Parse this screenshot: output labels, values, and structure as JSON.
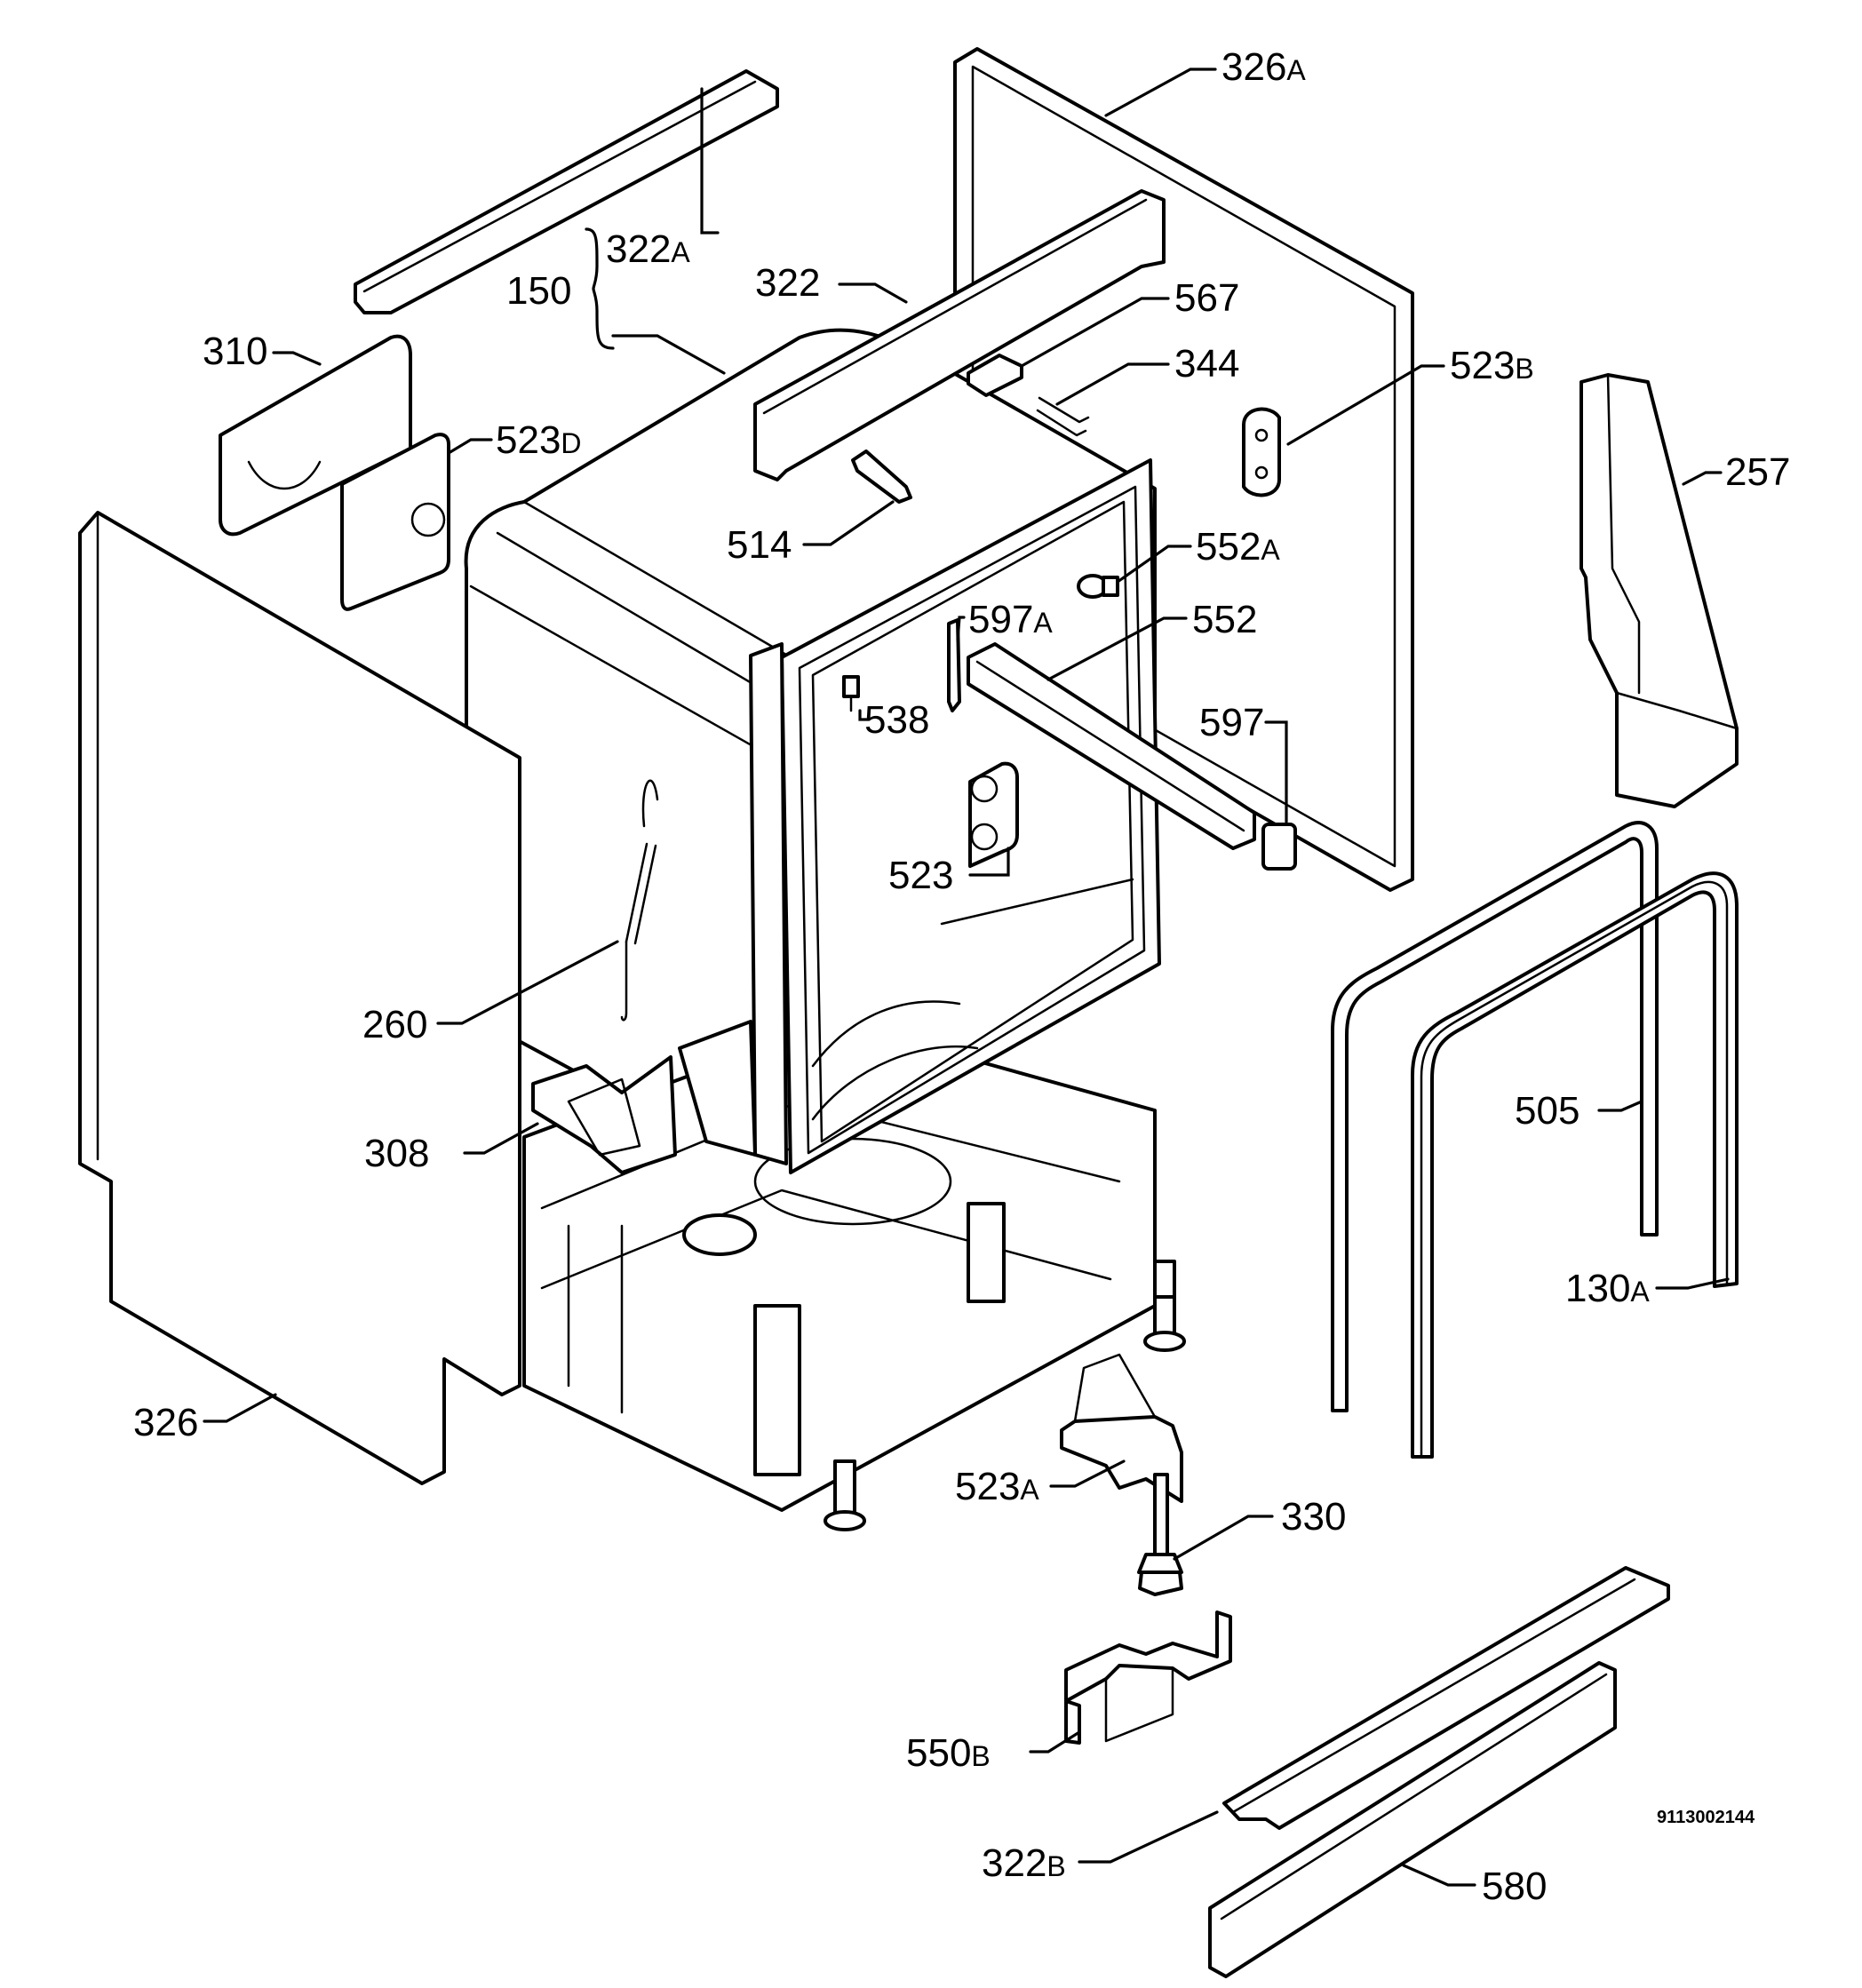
{
  "labels": {
    "p326a": {
      "num": "326",
      "sfx": "A"
    },
    "p322a": {
      "num": "322",
      "sfx": "A"
    },
    "p150": {
      "num": "150",
      "sfx": ""
    },
    "p322": {
      "num": "322",
      "sfx": ""
    },
    "p567": {
      "num": "567",
      "sfx": ""
    },
    "p310": {
      "num": "310",
      "sfx": ""
    },
    "p344": {
      "num": "344",
      "sfx": ""
    },
    "p523b": {
      "num": "523",
      "sfx": "B"
    },
    "p523d": {
      "num": "523",
      "sfx": "D"
    },
    "p257": {
      "num": "257",
      "sfx": ""
    },
    "p514": {
      "num": "514",
      "sfx": ""
    },
    "p552a": {
      "num": "552",
      "sfx": "A"
    },
    "p597a": {
      "num": "597",
      "sfx": "A"
    },
    "p552": {
      "num": "552",
      "sfx": ""
    },
    "p538": {
      "num": "538",
      "sfx": ""
    },
    "p597": {
      "num": "597",
      "sfx": ""
    },
    "p523": {
      "num": "523",
      "sfx": ""
    },
    "p260": {
      "num": "260",
      "sfx": ""
    },
    "p505": {
      "num": "505",
      "sfx": ""
    },
    "p308": {
      "num": "308",
      "sfx": ""
    },
    "p130a": {
      "num": "130",
      "sfx": "A"
    },
    "p326": {
      "num": "326",
      "sfx": ""
    },
    "p523a": {
      "num": "523",
      "sfx": "A"
    },
    "p330": {
      "num": "330",
      "sfx": ""
    },
    "p550b": {
      "num": "550",
      "sfx": "B"
    },
    "p322b": {
      "num": "322",
      "sfx": "B"
    },
    "p580": {
      "num": "580",
      "sfx": ""
    }
  },
  "doc_number": "9113002144"
}
